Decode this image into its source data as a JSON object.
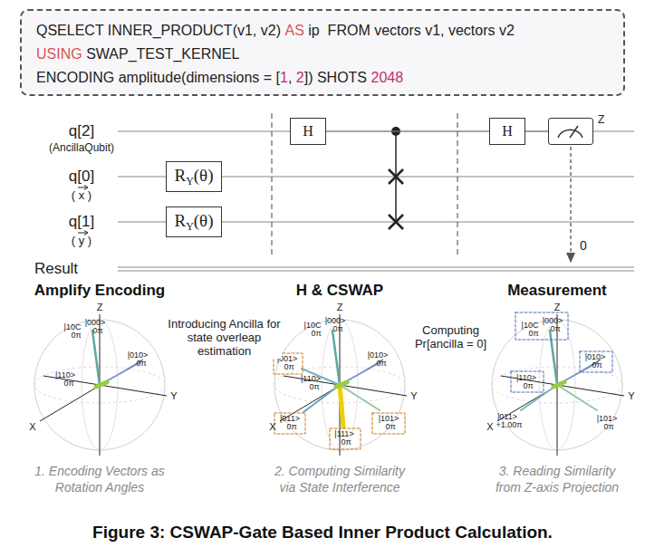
{
  "diagram": {
    "caption": "Figure 3: CSWAP-Gate Based Inner Product Calculation.",
    "nodes": [
      {
        "text": [
          "QSELECT INNER_PRODUCT(v1, v2)",
          "AS",
          "ip  FROM vectors v1, vectors v2",
          "USING",
          "SWAP_TEST_KERNEL",
          "ENCODING amplitude(dimensions = [",
          "1",
          ", ",
          "2",
          "]) SHOTS",
          "2048"
        ]
      },
      {
        "text": [
          "R",
          "Y",
          "(θ)"
        ]
      },
      {
        "text": [
          "R",
          "Y",
          "(θ)"
        ]
      },
      {
        "text": [
          "H"
        ]
      },
      {
        "text": [
          "H"
        ]
      },
      {
        "text": [
          "Z"
        ]
      },
      {
        "text": [
          "Amplify Encoding",
          "1. Encoding Vectors as Rotation Angles"
        ]
      },
      {
        "text": [
          "H & CSWAP",
          "2. Computing Similarity via State Interference"
        ]
      },
      {
        "text": [
          "Measurement",
          "3. Reading Similarity from Z-axis Projection"
        ]
      }
    ],
    "edges": [
      {
        "from": 3,
        "to": 4,
        "arrow": "none"
      },
      {
        "from": 4,
        "to": 5,
        "arrow": "none"
      },
      {
        "from": 6,
        "to": 7,
        "arrow": "to",
        "label": "Introducing Ancilla for state overleap estimation"
      },
      {
        "from": 7,
        "to": 8,
        "arrow": "to",
        "label": "Computing Pr[ancilla = 0]"
      }
    ],
    "labels": [
      "q[2]",
      "(AncillaQubit)",
      "q[0]",
      "( x )",
      "q[1]",
      "( y )",
      "Result",
      "0",
      "Z",
      "X",
      "Y",
      "|10C",
      "0π",
      "|000>",
      "0π",
      "|010>",
      "0π",
      "|110>",
      "0π",
      "Z",
      "X",
      "Y",
      "|10C",
      "0π",
      "|000>",
      "0π",
      "|010>",
      "0π",
      "|001>",
      "0π",
      "|110>",
      "0π",
      "|011>",
      "0π",
      "|111>",
      "0π",
      "|101>",
      "0π",
      "Z",
      "X",
      "Y",
      "|10C",
      "0π",
      "|000>",
      "0π",
      "|010>",
      "0π",
      "|110>",
      "0π",
      "|011>",
      "+1.00π",
      "|101>",
      "0π"
    ]
  }
}
